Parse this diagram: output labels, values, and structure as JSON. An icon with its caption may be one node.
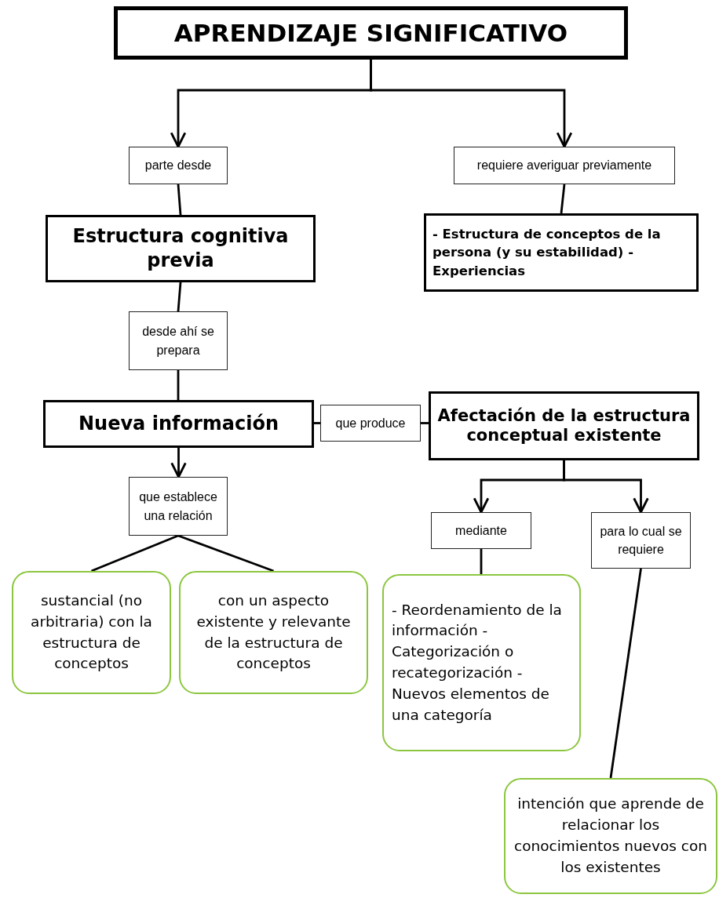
{
  "diagram": {
    "nodes": [
      {
        "text": [
          "APRENDIZAJE SIGNIFICATIVO"
        ]
      },
      {
        "text": [
          "parte desde"
        ]
      },
      {
        "text": [
          "requiere averiguar previamente"
        ]
      },
      {
        "text": [
          "Estructura cognitiva previa"
        ]
      },
      {
        "text": [
          "- Estructura de conceptos de la persona (y su estabilidad) - Experiencias"
        ]
      },
      {
        "text": [
          "desde ahí se prepara"
        ]
      },
      {
        "text": [
          "Nueva información"
        ]
      },
      {
        "text": [
          "que produce"
        ]
      },
      {
        "text": [
          "Afectación de la estructura conceptual existente"
        ]
      },
      {
        "text": [
          "que establece una relación"
        ]
      },
      {
        "text": [
          "mediante"
        ]
      },
      {
        "text": [
          "para lo cual se requiere"
        ]
      },
      {
        "text": [
          "sustancial (no arbitraria) con la estructura de conceptos"
        ]
      },
      {
        "text": [
          "con un aspecto existente y relevante de la estructura de conceptos"
        ]
      },
      {
        "text": [
          "- Reordenamiento de la información - Categorización o recategorización - Nuevos elementos de una categoría"
        ]
      },
      {
        "text": [
          "intención que aprende de relacionar los conocimientos nuevos con los existentes"
        ]
      }
    ],
    "edges": [
      {
        "from": 0,
        "to": 1,
        "arrow": "to"
      },
      {
        "from": 0,
        "to": 2,
        "arrow": "to"
      },
      {
        "from": 1,
        "to": 3,
        "arrow": "none"
      },
      {
        "from": 2,
        "to": 4,
        "arrow": "none"
      },
      {
        "from": 3,
        "to": 5,
        "arrow": "none"
      },
      {
        "from": 5,
        "to": 6,
        "arrow": "none"
      },
      {
        "from": 6,
        "to": 7,
        "arrow": "none"
      },
      {
        "from": 7,
        "to": 8,
        "arrow": "none"
      },
      {
        "from": 6,
        "to": 9,
        "arrow": "to"
      },
      {
        "from": 8,
        "to": 10,
        "arrow": "to"
      },
      {
        "from": 8,
        "to": 11,
        "arrow": "to"
      },
      {
        "from": 9,
        "to": 12,
        "arrow": "none"
      },
      {
        "from": 9,
        "to": 13,
        "arrow": "none"
      },
      {
        "from": 10,
        "to": 14,
        "arrow": "none"
      },
      {
        "from": 11,
        "to": 15,
        "arrow": "none"
      }
    ]
  }
}
